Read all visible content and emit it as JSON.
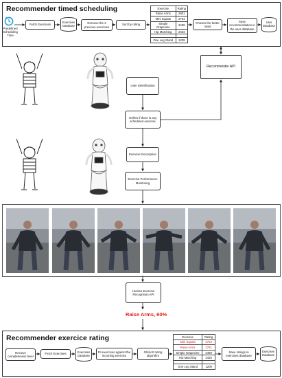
{
  "top_panel": {
    "title": "Recommender timed scheduling",
    "steps": {
      "scheduling_time": "Predefined Scheduling Time",
      "fetch": "Fetch Exercises",
      "db": "Exercises Database",
      "remove": "Remove the 2 previous exercises",
      "sort": "Sort by rating",
      "choose": "Choses the better rated",
      "save": "Save recommendation in the user database",
      "user_db": "User Database"
    },
    "table": {
      "headers": [
        "Exercise",
        "Rating"
      ],
      "rows": [
        [
          "Raise Arms",
          "2801"
        ],
        [
          "Mini Squats",
          "2764"
        ],
        [
          "Simple Grapevine",
          "2459"
        ],
        [
          "Hip Marching",
          "2433"
        ]
      ],
      "last_row": [
        "One Leg Stand",
        "1209"
      ]
    }
  },
  "middle": {
    "recommender_api": "Recommender API",
    "user_identification": "User Identification",
    "verify": "Verfies if there is any scheduled exercise",
    "exercise_description": "Exercise Description",
    "exercise_monitoring": "Exercise Performance Monitoring",
    "recognition_api": "Human Exercise Recognition API",
    "result": "Raise Arms, 60%"
  },
  "bottom_panel": {
    "title": "Recommender exercice rating",
    "steps": {
      "receive": "Recieve completeness level",
      "fetch": "Fetch Exercises",
      "db": "Exercises Database",
      "fit": "Fit exercises against the incoming exercise",
      "glicko": "Glicko2 rating algorithm",
      "save": "Save ratings in exercises database",
      "exercises_db": "Exercises Database"
    },
    "table": {
      "headers": [
        "Exercise",
        "Rating"
      ],
      "rows": [
        [
          "Mini Squats",
          "2764"
        ],
        [
          "Raise Arms",
          "2761"
        ],
        [
          "Simple Grapevine",
          "2459"
        ],
        [
          "Hip Marching",
          "2433"
        ]
      ],
      "last_row": [
        "One Leg Stand",
        "1209"
      ],
      "highlighted_rows": [
        0,
        1
      ],
      "highlight_color": "#e0201b"
    }
  },
  "colors": {
    "accent_red": "#e0201b",
    "clock_blue": "#2a9fd8"
  }
}
